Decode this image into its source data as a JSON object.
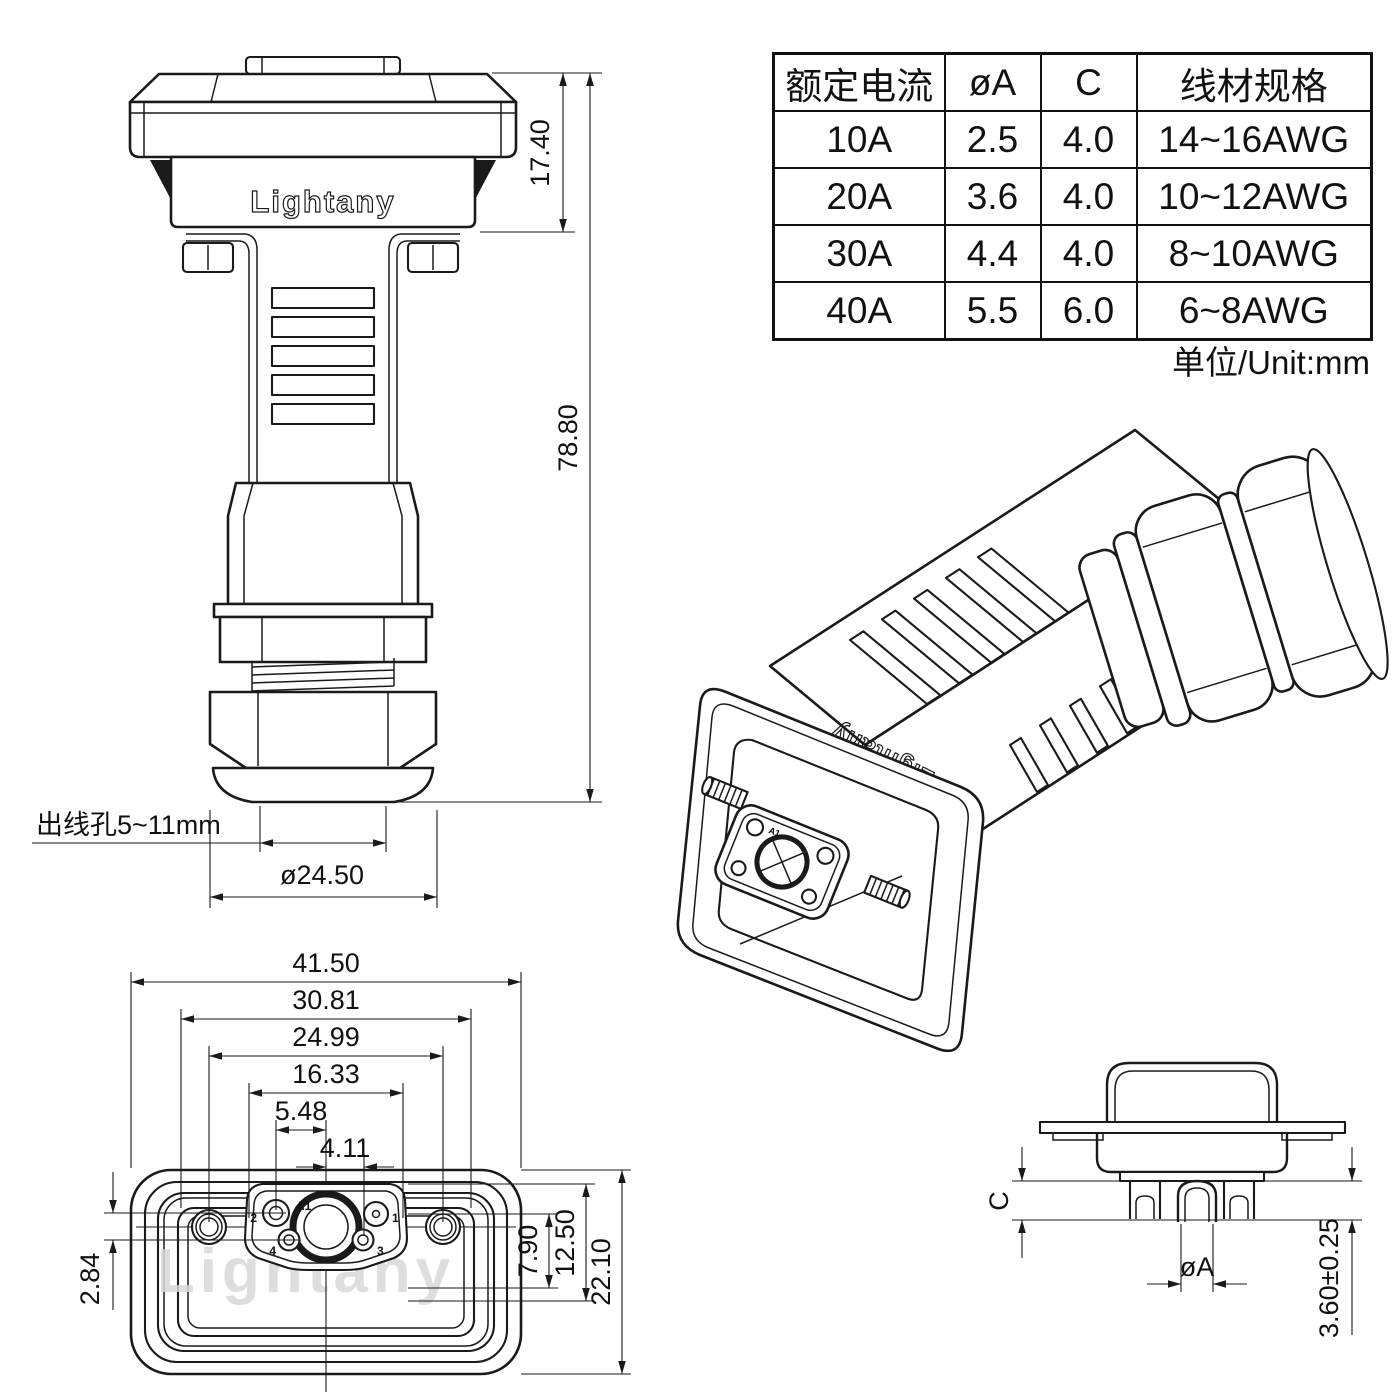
{
  "table": {
    "headers": [
      "额定电流",
      "øA",
      "C",
      "线材规格"
    ],
    "rows": [
      [
        "10A",
        "2.5",
        "4.0",
        "14~16AWG"
      ],
      [
        "20A",
        "3.6",
        "4.0",
        "10~12AWG"
      ],
      [
        "30A",
        "4.4",
        "4.0",
        "8~10AWG"
      ],
      [
        "40A",
        "5.5",
        "6.0",
        "6~8AWG"
      ]
    ],
    "unit_note": "单位/Unit:mm"
  },
  "front_view": {
    "brand": "Lightany",
    "dim_height_17": "17.40",
    "dim_height_78": "78.80",
    "cable_hole_label": "出线孔5~11mm",
    "dim_diameter": "ø24.50"
  },
  "bottom_view": {
    "watermark": "Lightany",
    "dim_41": "41.50",
    "dim_30": "30.81",
    "dim_24": "24.99",
    "dim_16": "16.33",
    "dim_5": "5.48",
    "dim_4": "4.11",
    "dim_7": "7.90",
    "dim_12": "12.50",
    "dim_22": "22.10",
    "dim_2": "2.84",
    "pin_a1": "A1",
    "pin_1": "1",
    "pin_2": "2",
    "pin_3": "3",
    "pin_4": "4"
  },
  "side_view": {
    "dim_c": "C",
    "dim_a": "øA",
    "dim_tol": "3.60±0.25"
  },
  "iso_view": {
    "brand": "Lightany",
    "pin_a1": "A1"
  },
  "colors": {
    "line": "#1a1a1a",
    "watermark": "#d9d9d9",
    "background": "#ffffff"
  }
}
